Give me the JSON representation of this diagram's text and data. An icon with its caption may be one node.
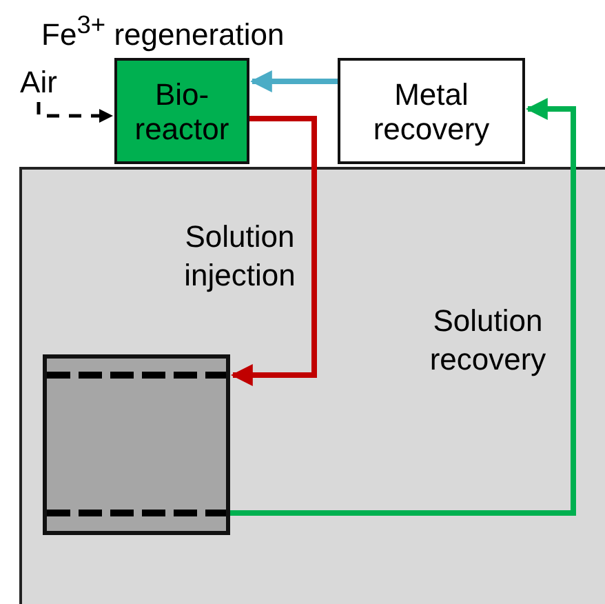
{
  "diagram": {
    "nodes": [
      {
        "text": [
          "Bio-reactor"
        ],
        "beside": [
          "Fe$^{3+}$ regeneration"
        ]
      },
      {
        "text": [
          "Metal recovery"
        ]
      },
      {
        "text": [],
        "shape": "box"
      },
      {
        "text": [
          "Air"
        ]
      }
    ],
    "edges": [
      {
        "from": 3,
        "to": 0,
        "arrow": "to",
        "style": "dashed"
      },
      {
        "from": 1,
        "to": 0,
        "arrow": "to",
        "color": "#4bacc6"
      },
      {
        "from": 0,
        "to": 2,
        "arrow": "to",
        "label": "Solution injection",
        "color": "#c00000"
      },
      {
        "from": 2,
        "to": 1,
        "arrow": "to",
        "label": "Solution recovery",
        "color": "#00b050"
      }
    ]
  }
}
